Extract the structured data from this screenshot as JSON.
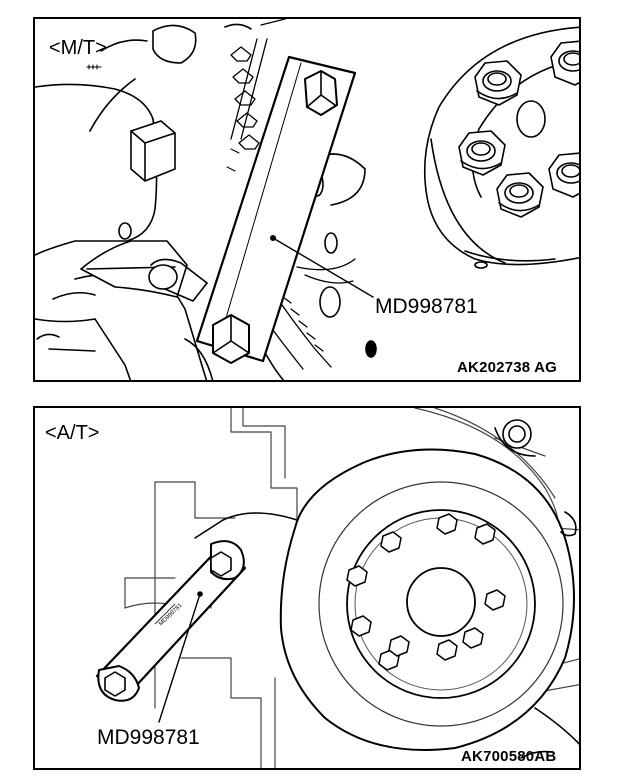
{
  "figures": [
    {
      "variant_label": "<M/T>",
      "tool_callout": "MD998781",
      "figure_id": "AK202738 AG"
    },
    {
      "variant_label": "<A/T>",
      "tool_callout": "MD998781",
      "tool_engraving": "MD998781",
      "figure_id": "AK700580AB"
    }
  ]
}
